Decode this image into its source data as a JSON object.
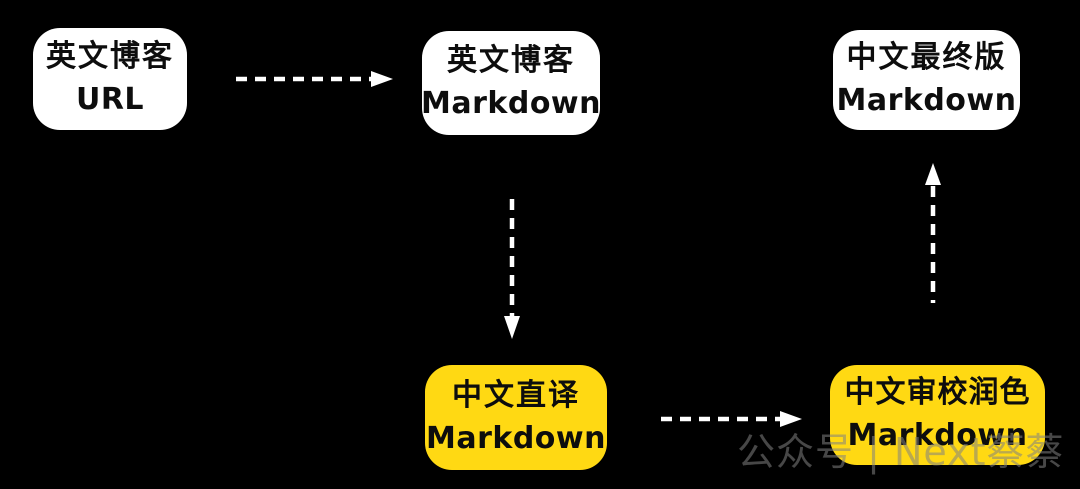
{
  "diagram": {
    "type": "flowchart",
    "colors": {
      "background": "#000000",
      "node_white": "#ffffff",
      "node_yellow": "#ffd913",
      "node_text": "#0d0d0d",
      "arrow": "#ffffff",
      "watermark_text": "#828282"
    },
    "nodes": [
      {
        "id": "english-blog-url",
        "line1": "英文博客",
        "line2": "URL",
        "variant": "white"
      },
      {
        "id": "english-blog-markdown",
        "line1": "英文博客",
        "line2": "Markdown",
        "variant": "white"
      },
      {
        "id": "chinese-final-markdown",
        "line1": "中文最终版",
        "line2": "Markdown",
        "variant": "white"
      },
      {
        "id": "chinese-literal-markdown",
        "line1": "中文直译",
        "line2": "Markdown",
        "variant": "yellow"
      },
      {
        "id": "chinese-polished-markdown",
        "line1": "中文审校润色",
        "line2": "Markdown",
        "variant": "yellow"
      }
    ],
    "edges": [
      {
        "from": "english-blog-url",
        "to": "english-blog-markdown",
        "direction": "right",
        "style": "dashed"
      },
      {
        "from": "english-blog-markdown",
        "to": "chinese-literal-markdown",
        "direction": "down",
        "style": "dashed"
      },
      {
        "from": "chinese-literal-markdown",
        "to": "chinese-polished-markdown",
        "direction": "right",
        "style": "dashed"
      },
      {
        "from": "chinese-polished-markdown",
        "to": "chinese-final-markdown",
        "direction": "up",
        "style": "dashed"
      }
    ],
    "watermark": "公众号 | Next蔡蔡"
  }
}
